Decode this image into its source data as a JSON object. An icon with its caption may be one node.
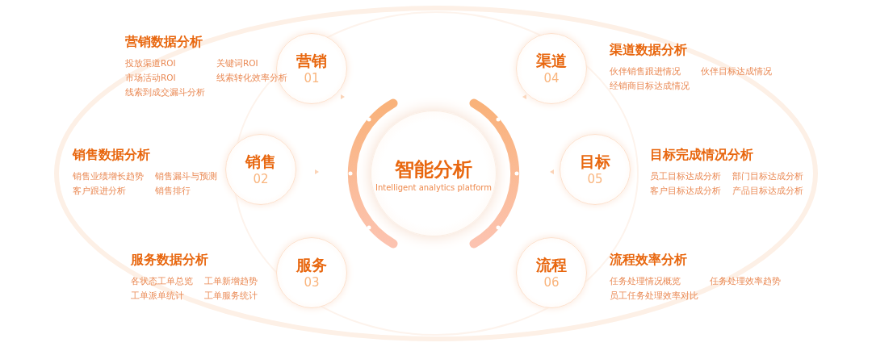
{
  "diagram": {
    "nodes": [
      {
        "text": [
          "智能分析",
          "Intelligent analytics platform"
        ]
      },
      {
        "text": [
          "营销",
          "01"
        ],
        "beside": [
          "营销数据分析",
          "投放渠道ROI",
          "关键词ROI",
          "市场活动ROI",
          "线索转化效率分析",
          "线索到成交漏斗分析"
        ]
      },
      {
        "text": [
          "销售",
          "02"
        ],
        "beside": [
          "销售数据分析",
          "销售业绩增长趋势",
          "销售漏斗与预测",
          "客户跟进分析",
          "销售排行"
        ]
      },
      {
        "text": [
          "服务",
          "03"
        ],
        "beside": [
          "服务数据分析",
          "各状态工单总览",
          "工单新增趋势",
          "工单派单统计",
          "工单服务统计"
        ]
      },
      {
        "text": [
          "渠道",
          "04"
        ],
        "beside": [
          "渠道数据分析",
          "伙伴销售跟进情况",
          "伙伴目标达成情况",
          "经销商目标达成情况"
        ]
      },
      {
        "text": [
          "目标",
          "05"
        ],
        "beside": [
          "目标完成情况分析",
          "员工目标达成分析",
          "部门目标达成分析",
          "客户目标达成分析",
          "产品目标达成分析"
        ]
      },
      {
        "text": [
          "流程",
          "06"
        ],
        "beside": [
          "流程效率分析",
          "任务处理情况概览",
          "任务处理效率趋势",
          "员工任务处理效率对比"
        ]
      }
    ]
  }
}
